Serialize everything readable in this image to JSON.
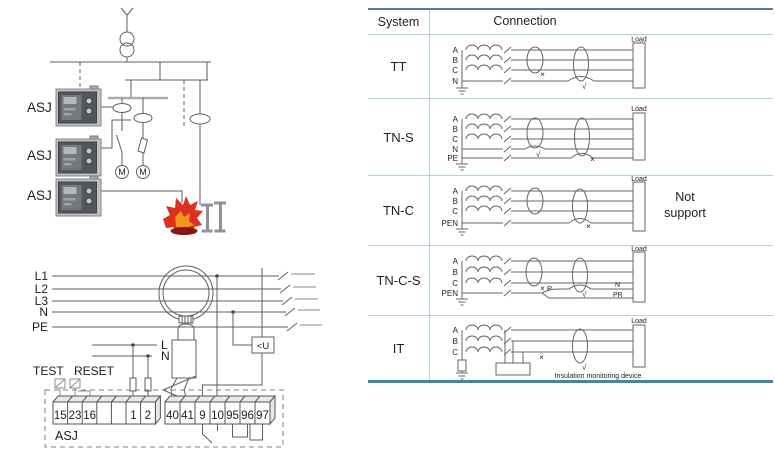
{
  "header": {
    "system": "System",
    "connection": "Connection"
  },
  "rows": [
    {
      "system": "TT",
      "load": "Load",
      "phases": [
        "A",
        "B",
        "C",
        "N"
      ],
      "ct1_mark": "×",
      "ct2_mark": "√"
    },
    {
      "system": "TN-S",
      "load": "Load",
      "phases": [
        "A",
        "B",
        "C",
        "N",
        "PE"
      ],
      "ct1_mark": "√",
      "ct2_mark": "×"
    },
    {
      "system": "TN-C",
      "load": "Load",
      "phases": [
        "A",
        "B",
        "C",
        "PEN"
      ],
      "ct2_mark": "×",
      "note": "Not support"
    },
    {
      "system": "TN-C-S",
      "load": "Load",
      "phases": [
        "A",
        "B",
        "C",
        "PEN"
      ],
      "ct1_mark": "×",
      "ct2_mark": "√",
      "point_label": "P",
      "n_label": "N",
      "pr_label": "PR"
    },
    {
      "system": "IT",
      "load": "Load",
      "phases": [
        "A",
        "B",
        "C"
      ],
      "x_mark": "×",
      "ct_mark": "√",
      "caption": "Insulation monitoring device"
    }
  ],
  "left": {
    "units": [
      {
        "label": "ASJ"
      },
      {
        "label": "ASJ"
      },
      {
        "label": "ASJ"
      }
    ],
    "motors": [
      "M",
      "M"
    ]
  },
  "wiring": {
    "phases": [
      "L1",
      "L2",
      "L3",
      "N",
      "PE"
    ],
    "live": "L",
    "neutral": "N",
    "test": "TEST",
    "reset": "RESET",
    "undervoltage": "<U",
    "device": "ASJ",
    "terminals_left": [
      "15",
      "23",
      "16",
      "",
      "",
      "1",
      "2"
    ],
    "terminals_right": [
      "40",
      "41",
      "9",
      "10",
      "95",
      "96",
      "97"
    ]
  },
  "colors": {
    "table_border_light": "#aed2de",
    "table_border_top": "#5d7b8b",
    "table_border_bottom": "#4285a9",
    "flame_red": "#df2f1d"
  }
}
